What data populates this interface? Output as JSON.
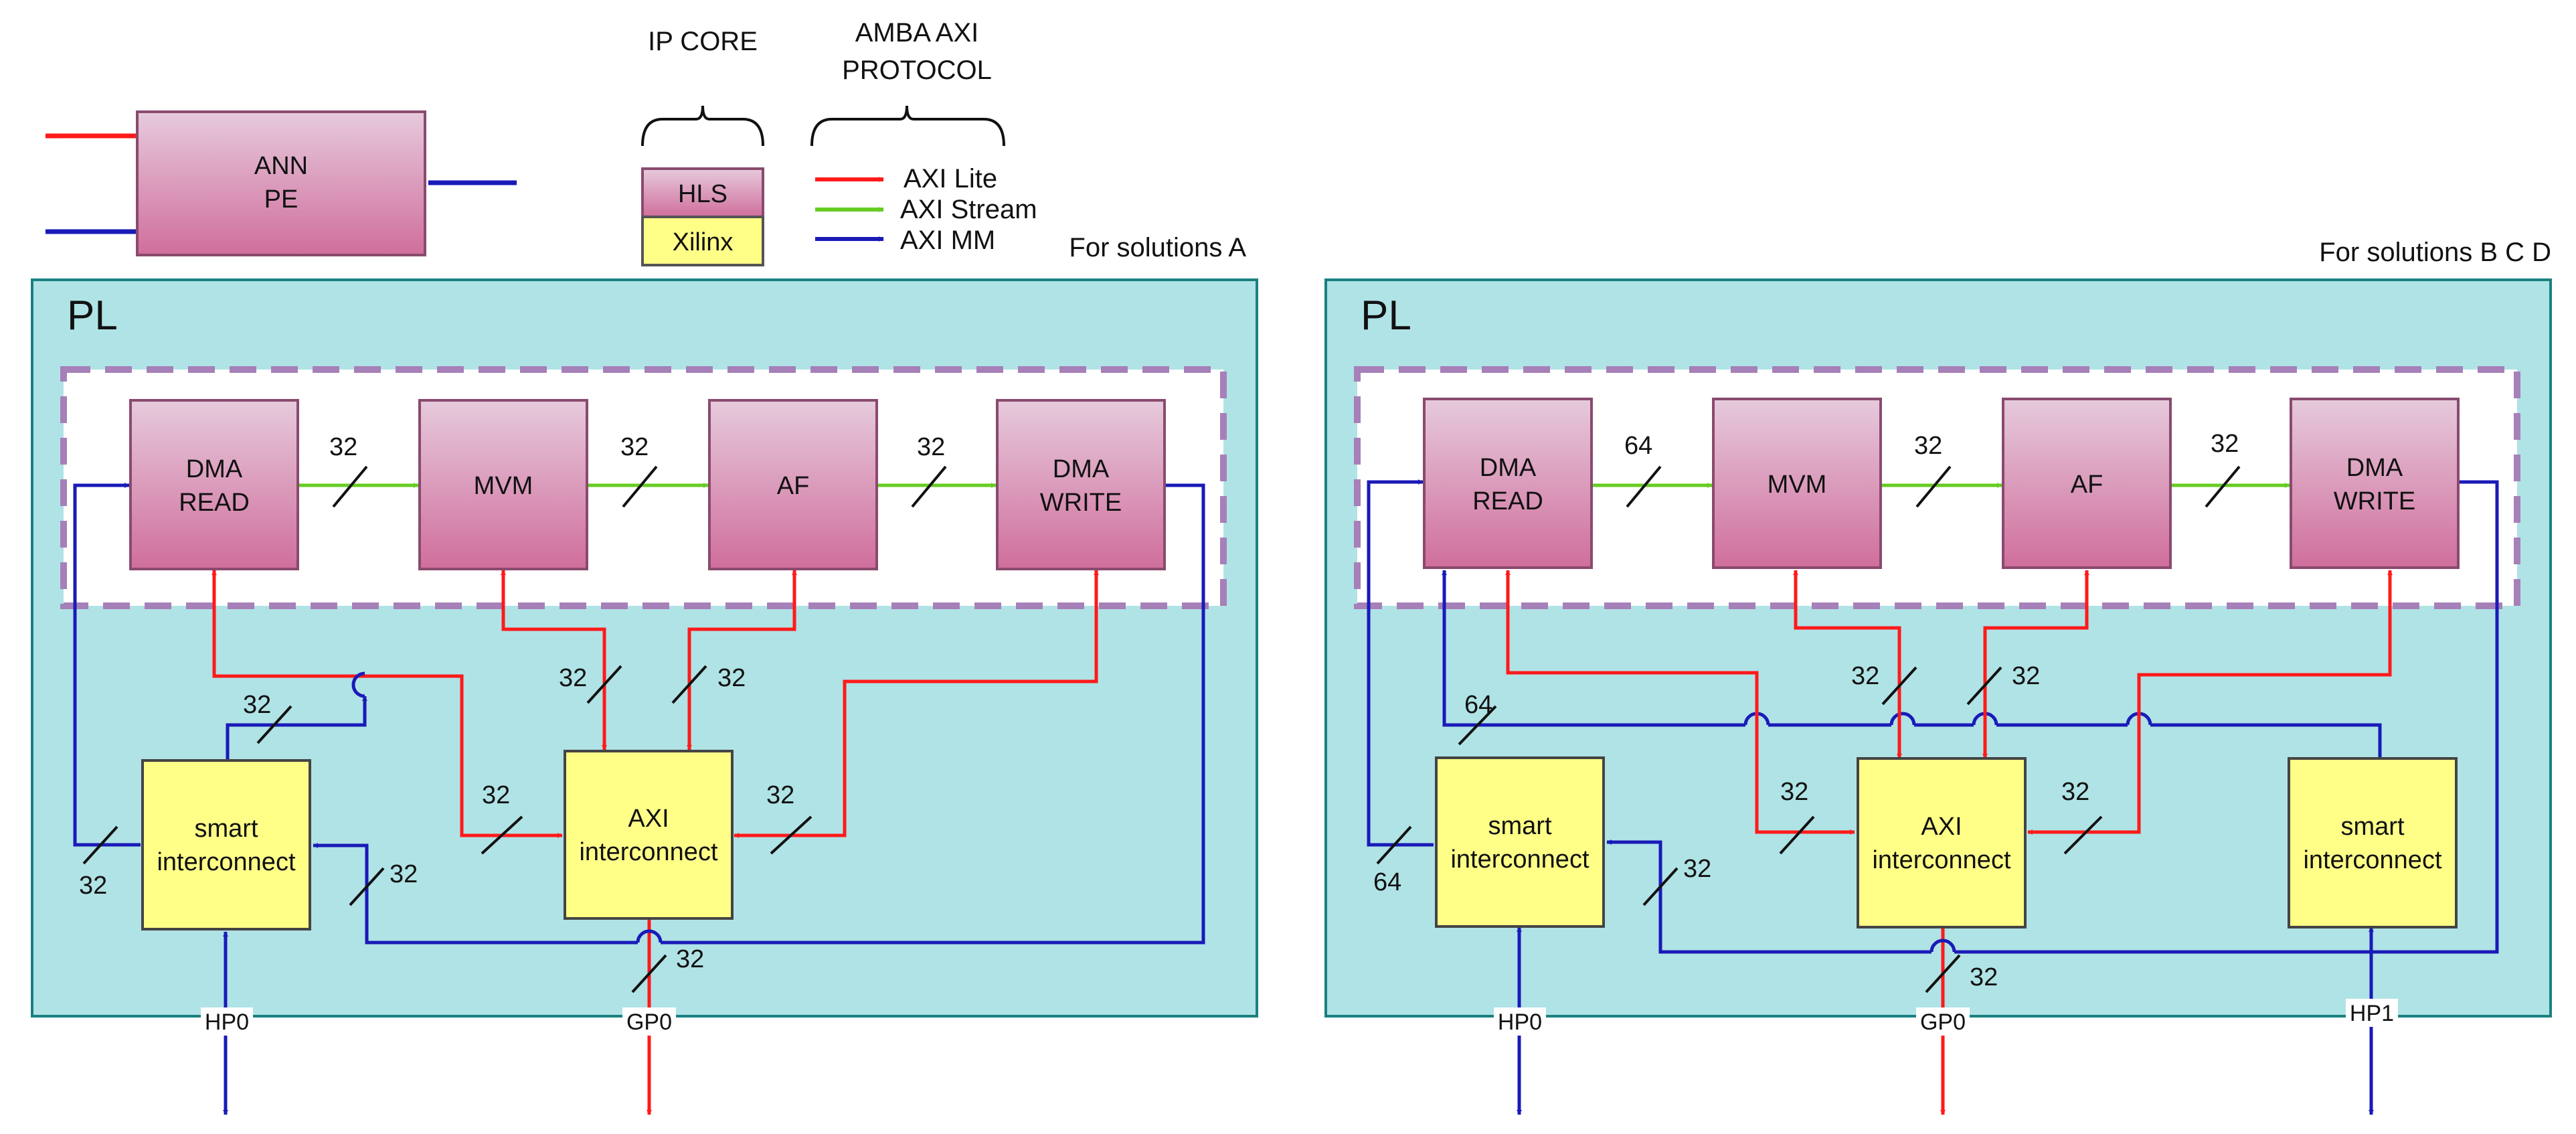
{
  "legend": {
    "ip_core_title": "IP CORE",
    "amba_title_line1": "AMBA AXI",
    "amba_title_line2": "PROTOCOL",
    "hls_label": "HLS",
    "xilinx_label": "Xilinx",
    "axi_lite_label": "AXI Lite",
    "axi_stream_label": "AXI Stream",
    "axi_mm_label": "AXI MM",
    "pe_line1": "ANN",
    "pe_line2": "PE"
  },
  "panel_a": {
    "note": "For solutions A",
    "region_label": "PL",
    "dma_read_line1": "DMA",
    "dma_read_line2": "READ",
    "mvm_label": "MVM",
    "af_label": "AF",
    "dma_write_line1": "DMA",
    "dma_write_line2": "WRITE",
    "smart_line1": "smart",
    "smart_line2": "interconnect",
    "axi_ic_line1": "AXI",
    "axi_ic_line2": "interconnect",
    "port_hp0": "HP0",
    "port_gp0": "GP0",
    "width_read_mvm": "32",
    "width_mvm_af": "32",
    "width_af_write": "32",
    "width_smart_up": "32",
    "width_smart_left": "32",
    "width_smart_right": "32",
    "width_axi_left": "32",
    "width_axi_right": "32",
    "width_axi_top_left": "32",
    "width_axi_top_right": "32",
    "width_gp0": "32"
  },
  "panel_b": {
    "note": "For solutions B C D",
    "region_label": "PL",
    "dma_read_line1": "DMA",
    "dma_read_line2": "READ",
    "mvm_label": "MVM",
    "af_label": "AF",
    "dma_write_line1": "DMA",
    "dma_write_line2": "WRITE",
    "smart1_line1": "smart",
    "smart1_line2": "interconnect",
    "smart2_line1": "smart",
    "smart2_line2": "interconnect",
    "axi_ic_line1": "AXI",
    "axi_ic_line2": "interconnect",
    "port_hp0": "HP0",
    "port_gp0": "GP0",
    "port_hp1": "HP1",
    "width_read_mvm": "64",
    "width_mvm_af": "32",
    "width_af_write": "32",
    "width_bus_top": "64",
    "width_smart_left": "64",
    "width_smart_right": "32",
    "width_axi_left": "32",
    "width_axi_right": "32",
    "width_axi_top_left": "32",
    "width_axi_top_right": "32",
    "width_gp0": "32"
  },
  "colors": {
    "axi_lite": "#ff1a1a",
    "axi_stream": "#66cc22",
    "axi_mm": "#1a1ab8",
    "hls_block_top": "#e6cadc",
    "hls_block_bottom": "#d06e9c",
    "xilinx_block": "#ffff88",
    "pl_region": "#b0e3e6",
    "pl_border": "#1a8080",
    "dashed_border": "#a680b8"
  }
}
